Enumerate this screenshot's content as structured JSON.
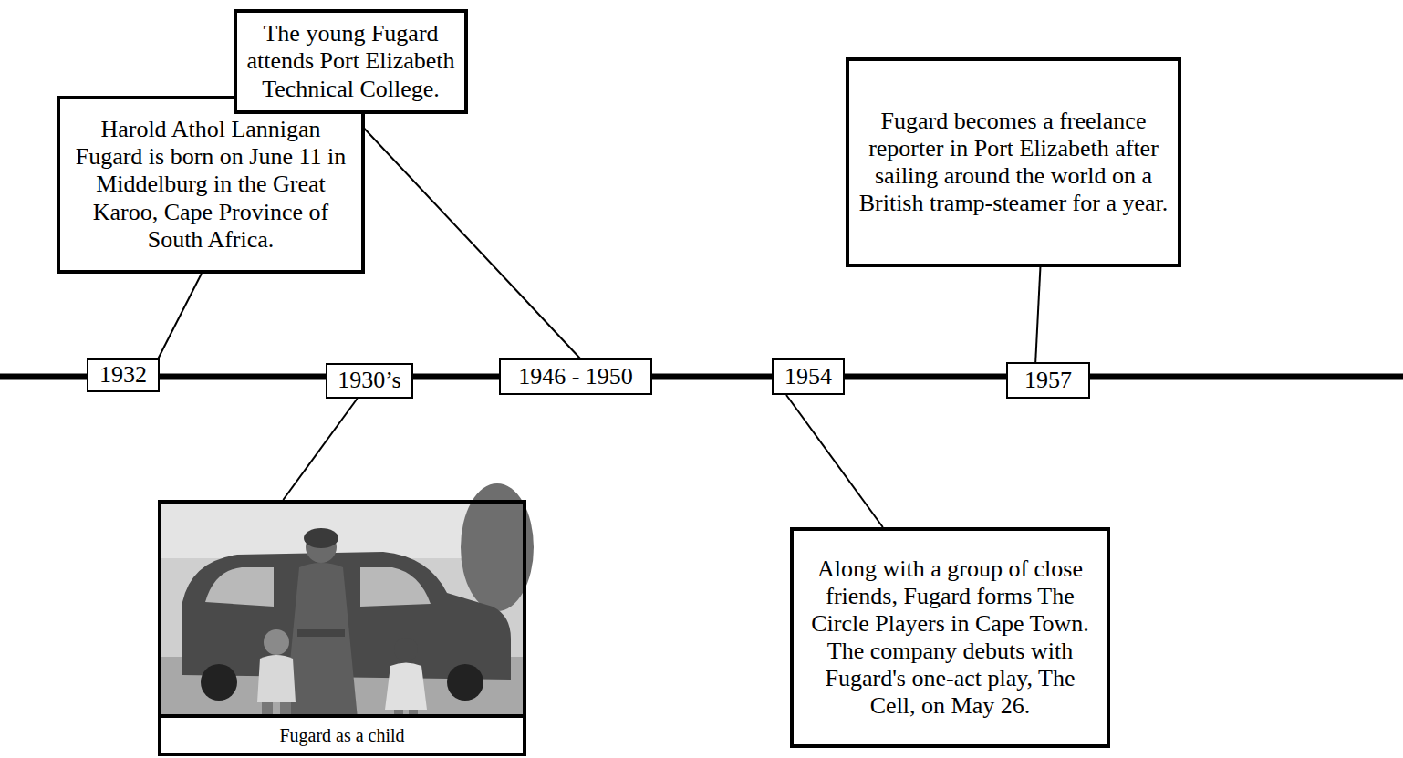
{
  "diagram": {
    "nodes": [
      {
        "text": [
          "Harold Athol Lannigan Fugard is born on June 11 in Middelburg in the Great Karoo, Cape Province of South Africa."
        ]
      },
      {
        "text": [
          "The young Fugard attends Port Elizabeth Technical College."
        ]
      },
      {
        "text": [
          "Fugard becomes a freelance reporter in Port Elizabeth after sailing around the world on a British tramp-steamer for a year."
        ]
      },
      {
        "text": [
          "1932"
        ]
      },
      {
        "text": [
          "1930’s"
        ]
      },
      {
        "text": [
          "1946 - 1950"
        ]
      },
      {
        "text": [
          "1954"
        ]
      },
      {
        "text": [
          "1957"
        ]
      },
      {
        "text": [
          "Fugard as a child"
        ]
      },
      {
        "text": [
          "Along with a group of close friends, Fugard forms The Circle Players in Cape Town. The company debuts with Fugard's one-act play, The Cell, on May 26."
        ]
      }
    ],
    "edges": [
      {
        "from": 3,
        "to": 0,
        "arrow": "none"
      },
      {
        "from": 4,
        "to": 8,
        "arrow": "none"
      },
      {
        "from": 5,
        "to": 1,
        "arrow": "none"
      },
      {
        "from": 6,
        "to": 9,
        "arrow": "none"
      },
      {
        "from": 7,
        "to": 2,
        "arrow": "none"
      }
    ]
  }
}
